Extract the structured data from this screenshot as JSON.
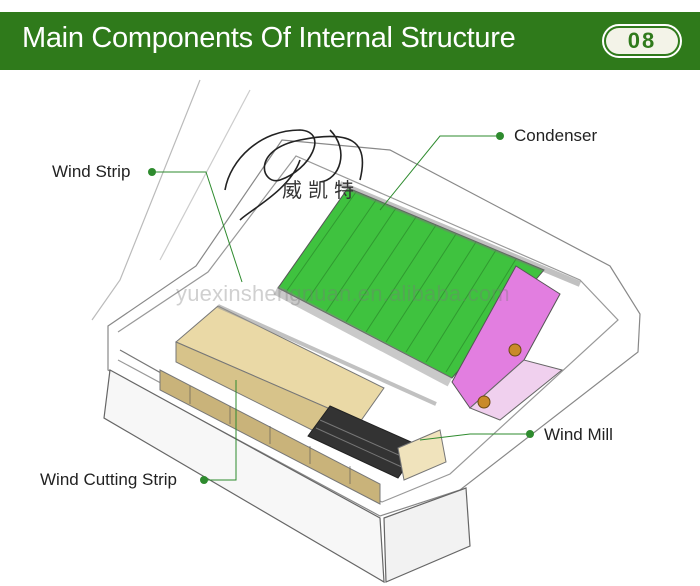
{
  "header": {
    "title": "Main Components Of Internal Structure",
    "badge": "08"
  },
  "labels": {
    "condenser": "Condenser",
    "wind_strip": "Wind Strip",
    "wind_mill": "Wind Mill",
    "wind_cutting_strip": "Wind Cutting Strip"
  },
  "watermark": "yuexinshengnuan.en.alibaba.com",
  "brand_mark": "威凯特",
  "colors": {
    "header_green": "#2f7a1b",
    "callout_green": "#2e8b2e",
    "condenser_fill": "#3fc23f",
    "pink_panel": "#e27ee0",
    "strip_beige": "#ead9a6"
  }
}
